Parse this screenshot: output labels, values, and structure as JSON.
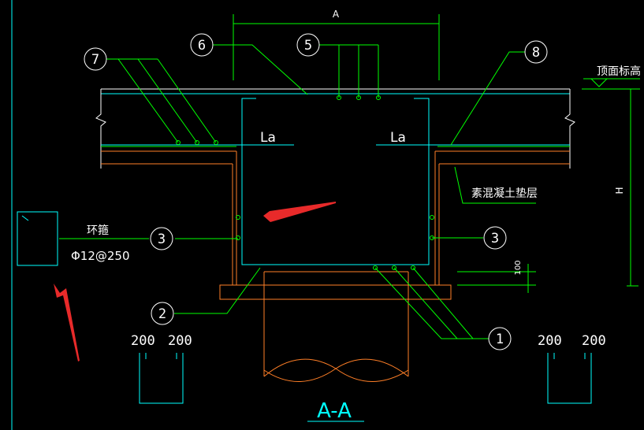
{
  "drawing": {
    "title": "A-A",
    "dim_a": "A",
    "dim_h": "H",
    "dim_100": "100",
    "top_elevation": "顶面标高",
    "concrete_layer": "素混凝土垫层",
    "hoop_label": "环箍",
    "hoop_spec": "Φ12@250",
    "la_left": "La",
    "la_right": "La",
    "dim_200_1": "200",
    "dim_200_2": "200",
    "dim_200_3": "200",
    "dim_200_4": "200",
    "callouts": {
      "c1": "1",
      "c2": "2",
      "c3_left": "3",
      "c3_right": "3",
      "c5": "5",
      "c6": "6",
      "c7": "7",
      "c8": "8"
    }
  },
  "colors": {
    "cyan": "#00ffff",
    "green": "#00ff00",
    "orange": "#ff7f27",
    "white": "#ffffff",
    "red": "#e82a2a"
  }
}
